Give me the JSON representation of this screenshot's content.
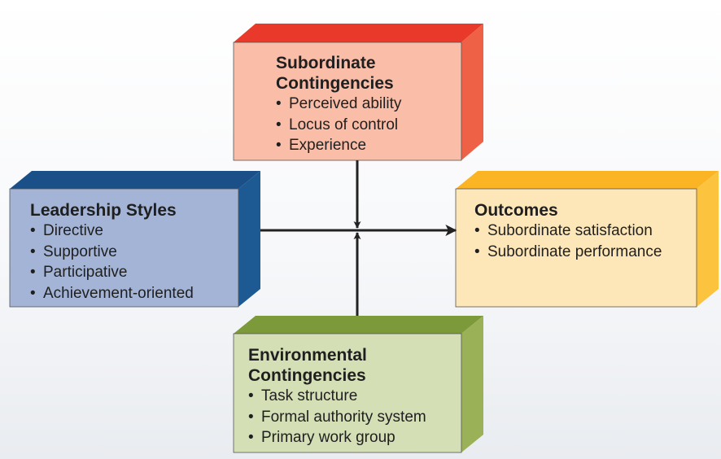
{
  "diagram": {
    "subordinate": {
      "title_line1": "Subordinate",
      "title_line2": "Contingencies",
      "items": [
        "Perceived ability",
        "Locus of control",
        "Experience"
      ]
    },
    "leadership": {
      "title": "Leadership Styles",
      "items": [
        "Directive",
        "Supportive",
        "Participative",
        "Achievement-oriented"
      ]
    },
    "outcomes": {
      "title": "Outcomes",
      "items": [
        "Subordinate satisfaction",
        "Subordinate performance"
      ]
    },
    "environmental": {
      "title_line1": "Environmental",
      "title_line2": "Contingencies",
      "items": [
        "Task structure",
        "Formal authority system",
        "Primary work group"
      ]
    },
    "colors": {
      "subordinate_front": "#f9bda8",
      "subordinate_top": "#e8392b",
      "subordinate_side": "#ef6146",
      "leadership_front": "#a3b4d6",
      "leadership_top": "#1a4f87",
      "leadership_side": "#1d5a94",
      "outcomes_front": "#fde7b8",
      "outcomes_top": "#fbb424",
      "outcomes_side": "#fcc43e",
      "environmental_front": "#d4dfb6",
      "environmental_top": "#7c9a3a",
      "environmental_side": "#9bb157",
      "arrow": "#222222"
    }
  }
}
